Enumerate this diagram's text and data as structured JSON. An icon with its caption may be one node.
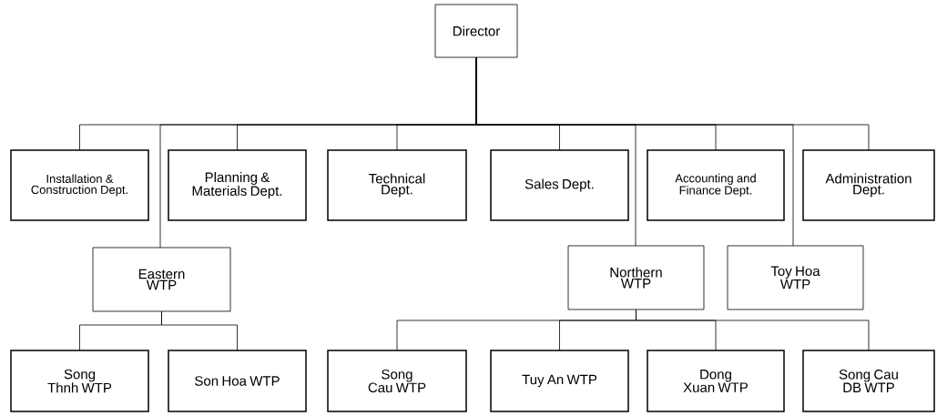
{
  "diagram": {
    "nodes": [
      {
        "text": [
          "Director"
        ]
      },
      {
        "text": [
          "Installation & Construction Dept."
        ]
      },
      {
        "text": [
          "Planning & Materials Dept."
        ]
      },
      {
        "text": [
          "Technical Dept."
        ]
      },
      {
        "text": [
          "Sales Dept."
        ]
      },
      {
        "text": [
          "Accounting and Finance Dept."
        ]
      },
      {
        "text": [
          "Administration Dept."
        ]
      },
      {
        "text": [
          "Eastern WTP"
        ]
      },
      {
        "text": [
          "Northern WTP"
        ]
      },
      {
        "text": [
          "Toy Hoa WTP"
        ]
      },
      {
        "text": [
          "Song Thnh WTP"
        ]
      },
      {
        "text": [
          "Son Hoa WTP"
        ]
      },
      {
        "text": [
          "Song Cau WTP"
        ]
      },
      {
        "text": [
          "Tuy An WTP"
        ]
      },
      {
        "text": [
          "Dong Xuan WTP"
        ]
      },
      {
        "text": [
          "Song Cau DB WTP"
        ]
      }
    ],
    "edges": [
      {
        "from": 0,
        "to": 1,
        "arrow": "none"
      },
      {
        "from": 0,
        "to": 2,
        "arrow": "none"
      },
      {
        "from": 0,
        "to": 3,
        "arrow": "none"
      },
      {
        "from": 0,
        "to": 4,
        "arrow": "none"
      },
      {
        "from": 0,
        "to": 5,
        "arrow": "none"
      },
      {
        "from": 0,
        "to": 6,
        "arrow": "none"
      },
      {
        "from": 0,
        "to": 7,
        "arrow": "none"
      },
      {
        "from": 0,
        "to": 8,
        "arrow": "none"
      },
      {
        "from": 0,
        "to": 9,
        "arrow": "none"
      },
      {
        "from": 7,
        "to": 10,
        "arrow": "none"
      },
      {
        "from": 7,
        "to": 11,
        "arrow": "none"
      },
      {
        "from": 8,
        "to": 12,
        "arrow": "none"
      },
      {
        "from": 8,
        "to": 13,
        "arrow": "none"
      },
      {
        "from": 8,
        "to": 14,
        "arrow": "none"
      },
      {
        "from": 8,
        "to": 15,
        "arrow": "none"
      }
    ]
  }
}
